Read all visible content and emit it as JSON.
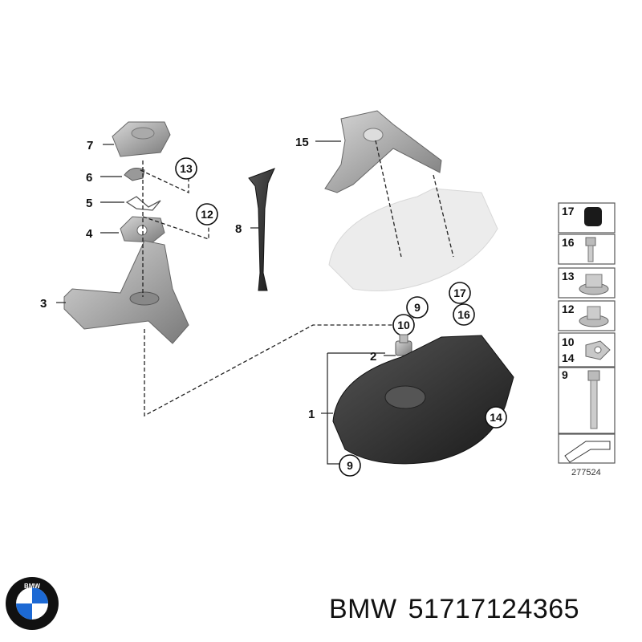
{
  "callouts": {
    "p1": "1",
    "p2": "2",
    "p3": "3",
    "p4": "4",
    "p5": "5",
    "p6": "6",
    "p7": "7",
    "p8": "8",
    "p9a": "9",
    "p9b": "9",
    "p10": "10",
    "p12": "12",
    "p13": "13",
    "p14": "14",
    "p15": "15",
    "p16": "16",
    "p17": "17"
  },
  "parts_panel": {
    "rows": [
      "17",
      "16",
      "13",
      "12",
      "10",
      "14",
      "9"
    ]
  },
  "reference_code": "277524",
  "footer": {
    "brand": "BMW",
    "part_number": "51717124365"
  },
  "logo": {
    "text": "BMW",
    "colors": {
      "blue": "#1c69d4",
      "ring": "#111111",
      "white": "#ffffff"
    }
  }
}
